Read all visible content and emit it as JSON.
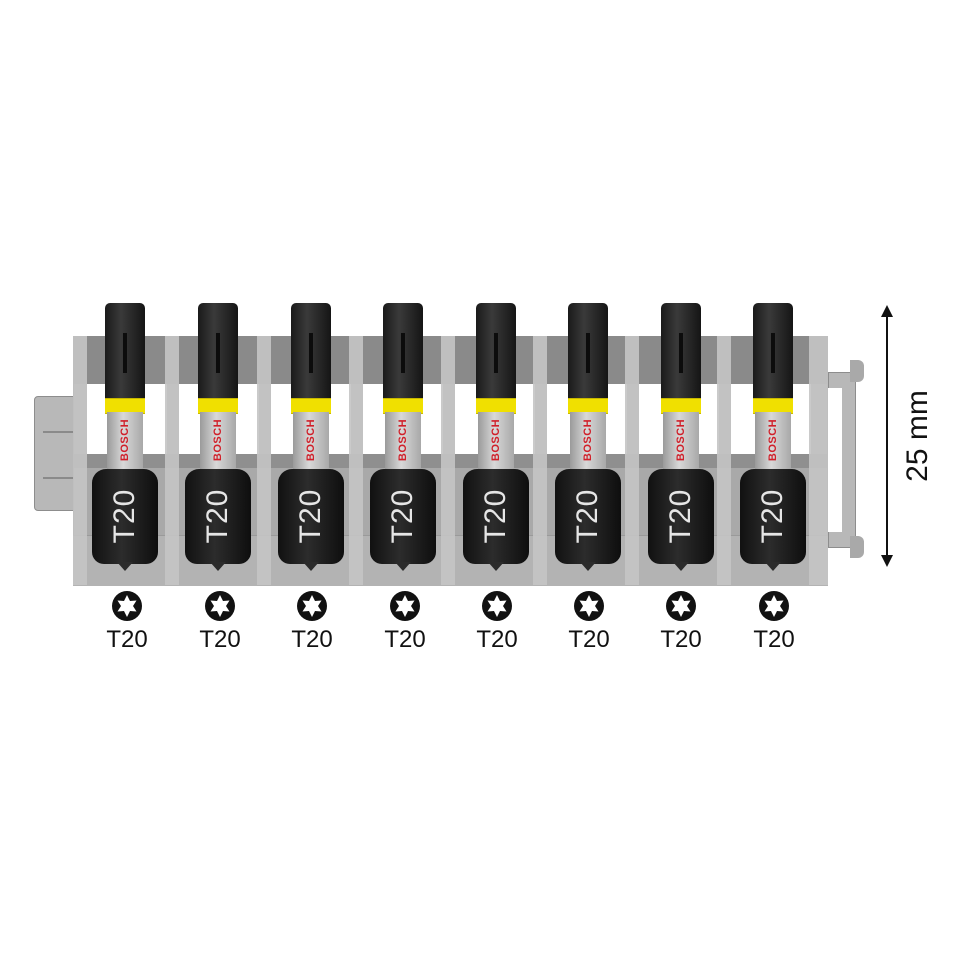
{
  "product": {
    "brand": "BOSCH",
    "bit_count": 8,
    "colors": {
      "band": "#f0e000",
      "brand_text": "#d0202a",
      "bit_body": "#1a1a1a",
      "holder": "#a9a9a9"
    },
    "bits": [
      {
        "label": "T20",
        "brand": "BOSCH"
      },
      {
        "label": "T20",
        "brand": "BOSCH"
      },
      {
        "label": "T20",
        "brand": "BOSCH"
      },
      {
        "label": "T20",
        "brand": "BOSCH"
      },
      {
        "label": "T20",
        "brand": "BOSCH"
      },
      {
        "label": "T20",
        "brand": "BOSCH"
      },
      {
        "label": "T20",
        "brand": "BOSCH"
      },
      {
        "label": "T20",
        "brand": "BOSCH"
      }
    ]
  },
  "specs": [
    {
      "icon": "torx-icon",
      "label": "T20"
    },
    {
      "icon": "torx-icon",
      "label": "T20"
    },
    {
      "icon": "torx-icon",
      "label": "T20"
    },
    {
      "icon": "torx-icon",
      "label": "T20"
    },
    {
      "icon": "torx-icon",
      "label": "T20"
    },
    {
      "icon": "torx-icon",
      "label": "T20"
    },
    {
      "icon": "torx-icon",
      "label": "T20"
    },
    {
      "icon": "torx-icon",
      "label": "T20"
    }
  ],
  "dimension": {
    "label": "25 mm"
  }
}
